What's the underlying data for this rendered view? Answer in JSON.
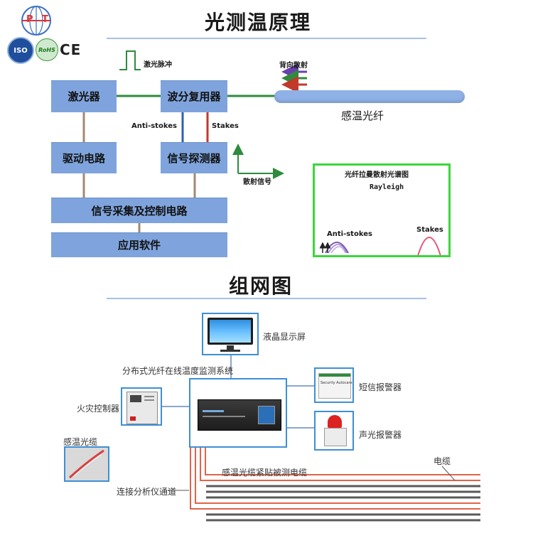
{
  "logos": {
    "pt_text": "P T",
    "iso_text": "ISO",
    "rohs_text": "RoHS",
    "ce_text": "CE"
  },
  "principle": {
    "title": "光测温原理",
    "laser": "激光器",
    "wdm": "波分复用器",
    "fiber": "感温光纤",
    "driver": "驱动电路",
    "detector": "信号探测器",
    "acquisition": "信号采集及控制电路",
    "software": "应用软件",
    "pulse_label": "激光脉冲",
    "backscatter_label": "背向散射",
    "anti_stokes_label": "Anti-stokes",
    "stokes_label": "Stakes",
    "scatter_signal_label": "散射信号"
  },
  "spectrum": {
    "title": "光纤拉曼散射光谱图",
    "rayleigh": "Rayleigh",
    "anti_stokes": "Anti-stokes",
    "stokes": "Stakes"
  },
  "network": {
    "title": "组网图",
    "lcd_label": "液晶显示屏",
    "system_label": "分布式光纤在线温度监测系统",
    "fire_controller_label": "火灾控制器",
    "sms_alarm_label": "短信报警器",
    "sound_alarm_label": "声光报警器",
    "fiber_cable_label": "感温光缆",
    "cable_label": "电缆",
    "attach_label": "感温光缆紧贴被测电缆",
    "channel_label": "连接分析仪通道",
    "sms_device_text": "Security Autocare"
  },
  "colors": {
    "box_blue": "#7fa4dd",
    "green_line": "#2e8b3e",
    "brown_line": "#a08a74",
    "blue_line": "#2f5fb5",
    "red_line": "#c0392b",
    "frame_green": "#3cd63c",
    "purple_curve": "#7d5ab5",
    "pink_curve": "#e05a7a",
    "cable_gray": "#5a5a5a",
    "cable_red": "#e0644a"
  }
}
